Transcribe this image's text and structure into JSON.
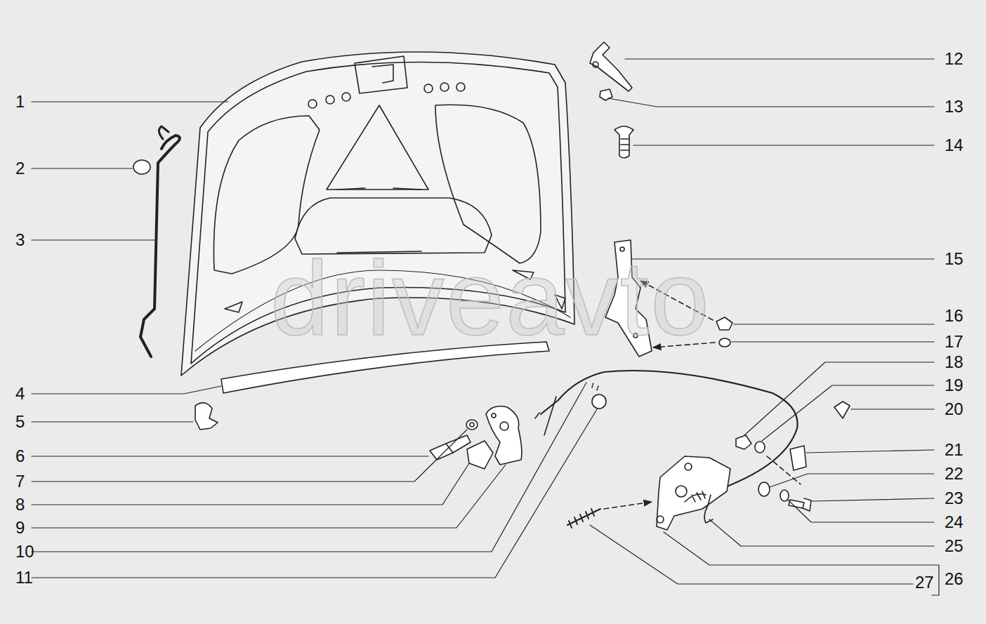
{
  "diagram": {
    "labels": [
      "1",
      "2",
      "3",
      "4",
      "5",
      "6",
      "7",
      "8",
      "9",
      "10",
      "11",
      "12",
      "13",
      "14",
      "15",
      "16",
      "17",
      "18",
      "19",
      "20",
      "21",
      "22",
      "23",
      "24",
      "25",
      "27",
      "26",
      "driveavto"
    ]
  }
}
